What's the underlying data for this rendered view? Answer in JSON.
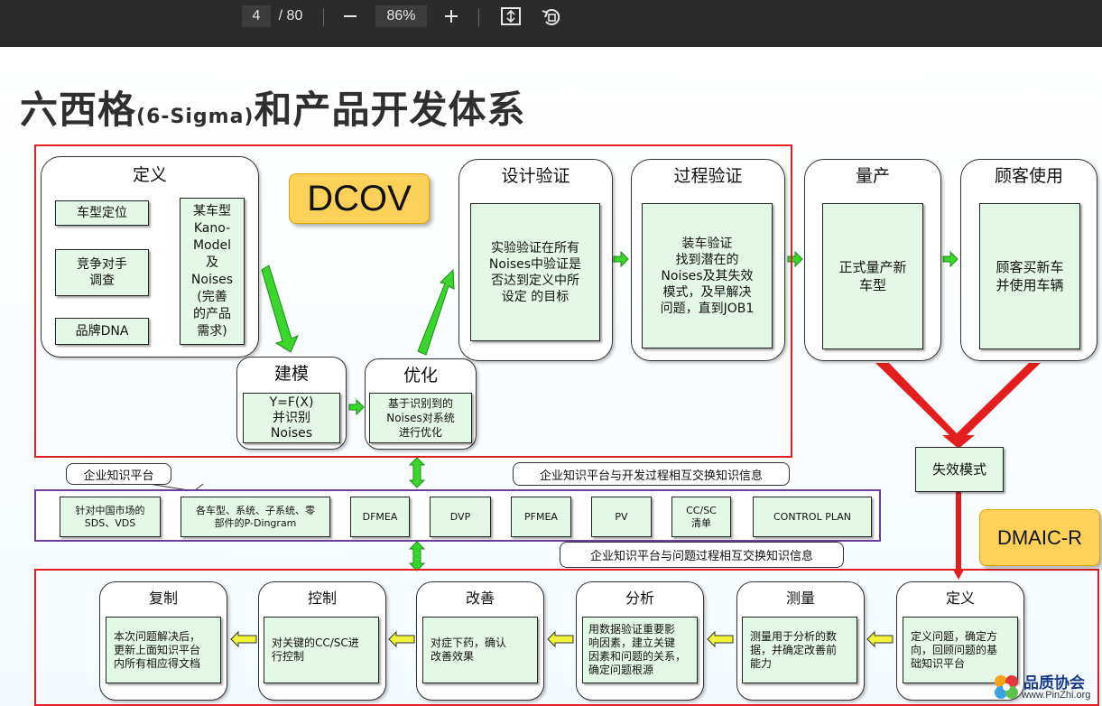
{
  "toolbar": {
    "page_current": "4",
    "page_total": "/ 80",
    "zoom_out_icon": "minus-icon",
    "zoom_level": "86%",
    "zoom_in_icon": "plus-icon",
    "fit_icon": "fit-page-icon",
    "rotate_icon": "rotate-icon"
  },
  "slide": {
    "title_main": "六西格",
    "title_paren": "(6-Sigma)",
    "title_rest": "和产品开发体系",
    "dcov": "DCOV",
    "dmaic": "DMAIC-R",
    "define": {
      "title": "定义",
      "items": [
        "车型定位",
        "竞争对手\n调查",
        "品牌DNA"
      ],
      "kano": "某车型\nKano-\nModel\n及\nNoises\n(完善\n的产品\n需求)"
    },
    "modeling": {
      "title": "建模",
      "body": "Y=F(X)\n并识别\nNoises"
    },
    "optimize": {
      "title": "优化",
      "body": "基于识别到的\nNoises对系统\n进行优化"
    },
    "design_verify": {
      "title": "设计验证",
      "body": "实验验证在所有\nNoises中验证是\n否达到定义中所\n设定 的目标"
    },
    "process_verify": {
      "title": "过程验证",
      "body": "装车验证\n找到潜在的\nNoises及其失效\n模式，及早解决\n问题，直到JOB1"
    },
    "mass_production": {
      "title": "量产",
      "body": "正式量产新\n车型"
    },
    "customer_use": {
      "title": "顾客使用",
      "body": "顾客买新车\n并使用车辆"
    },
    "failure_mode": "失效模式",
    "platform_label": "企业知识平台",
    "callout_dev": "企业知识平台与开发过程相互交换知识信息",
    "callout_problem": "企业知识平台与问题过程相互交换知识信息",
    "platform_steps": [
      "针对中国市场的\nSDS、VDS",
      "各车型、系统、子系统、零\n部件的P-Dingram",
      "DFMEA",
      "DVP",
      "PFMEA",
      "PV",
      "CC/SC\n清单",
      "CONTROL PLAN"
    ],
    "dmaic_stages": [
      {
        "title": "复制",
        "body": "本次问题解决后，\n更新上面知识平台\n内所有相应得文档"
      },
      {
        "title": "控制",
        "body": "对关键的CC/SC进\n行控制"
      },
      {
        "title": "改善",
        "body": "对症下药，确认\n改善效果"
      },
      {
        "title": "分析",
        "body": "用数据验证重要影\n响因素，建立关键\n因素和问题的关系，\n确定问题根源"
      },
      {
        "title": "测量",
        "body": "测量用于分析的数\n据，并确定改善前\n能力"
      },
      {
        "title": "定义",
        "body": "定义问题，确定方\n向，回顾问题的基\n础知识平台"
      }
    ],
    "logo_text": "品质协会",
    "logo_url": "www.PinZhi.org"
  },
  "colors": {
    "green_box": "#e4f8e8",
    "green_arrow": "#39d62b",
    "red_frame": "#e41e1e",
    "purple_frame": "#6a3fa0",
    "badge_yellow": "#fcd15a",
    "blue_arrow": "#1c22b5",
    "yellow_arrow": "#f1f23a"
  }
}
